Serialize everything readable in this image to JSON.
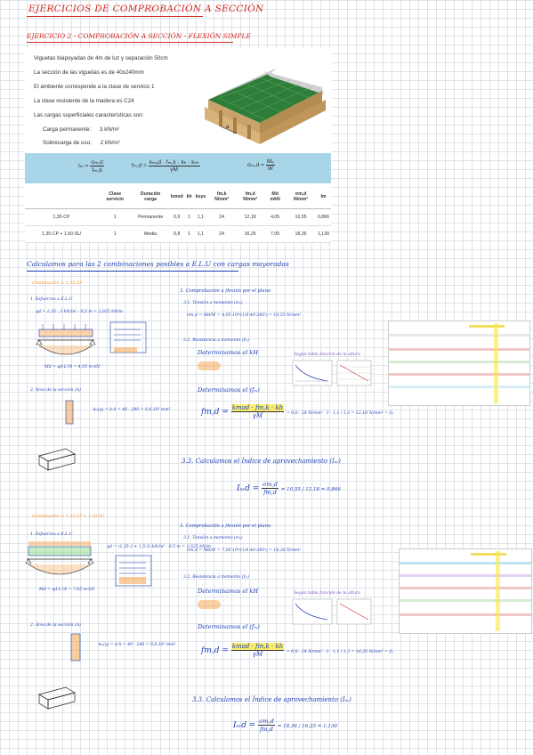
{
  "header": {
    "title": "EJERCICIOS DE COMPROBACIÓN A SECCIÓN",
    "subtitle": "EJERCICIO 2 - COMPROBACIÓN A SECCIÓN - FLEXIÓN SIMPLE"
  },
  "statement": {
    "lines": [
      "Viguetas biapoyadas de 4m de luz y separación 50cm",
      "La sección de las viguetas es de 40x240mm",
      "El ambiente corresponde a la clase de servicio 1",
      "La clase resistente de la madera es C24",
      "Las cargas superficiales características son:"
    ],
    "loads": [
      {
        "label": "Carga permanente:",
        "value": "3 kN/m²"
      },
      {
        "label": "Sobrecarga de uso:",
        "value": "2 kN/m²"
      }
    ],
    "render_dim": "a"
  },
  "formulas": {
    "f1_lhs": "Iₘ =",
    "f1_num": "σₘ,d",
    "f1_den": "fₘ,d",
    "f2_lhs": "fₘ,d =",
    "f2_num": "kₘₒd · fₘ,k · kₕ · kₛₕ",
    "f2_den": "γM",
    "f3_lhs": "σₘ,d =",
    "f3_num": "Mₑ",
    "f3_den": "W"
  },
  "table": {
    "headers": [
      "",
      "Clase servicio",
      "Duración carga",
      "kmod",
      "kh",
      "ksys",
      "fm,k N/mm²",
      "fm,d N/mm²",
      "Md mkN",
      "σm,d N/mm²",
      "Im"
    ],
    "rows": [
      [
        "1,35·CP",
        "1",
        "Permanente",
        "0,6",
        "1",
        "1,1",
        "24",
        "12,18",
        "4,05",
        "10,55",
        "0,866"
      ],
      [
        "1,35·CP + 1,50·SU",
        "1",
        "Media",
        "0,8",
        "1",
        "1,1",
        "24",
        "16,25",
        "7,05",
        "18,36",
        "1,130"
      ]
    ]
  },
  "notes": {
    "intro": "Calculamos para las 2 combinaciones posibles a E.L.U con cargas mayoradas",
    "case1_tag": "Combinación 1: 1,35·CP",
    "case2_tag": "Combinación 2: 1,35·CP + 1,50·SU",
    "step1": "1. Esfuerzos a E.L.U",
    "step1_eq1": "qd = 1,35 · 3 kN/m² · 0,5 m = 2,025 kN/m",
    "step1_eq2": "Md = qd·L²/8 = 4,05 m·kN",
    "step2": "2. Área de la sección (A)",
    "step2_eq": "Aₘ(y) = b·h = 40 · 240 = 9,6·10³ mm²",
    "step3": "3. Comprobación a flexión por el plano",
    "step31": "3.1. Tensión a momento (σₘ)",
    "step31_eq1": "σm,d = Md/W = 4,05·10⁶/(1/6·40·240²) = 10,55 N/mm²",
    "step32": "3.2. Resistencia a momento (fₘ)",
    "det_kh": "Determinamos el kH",
    "det_kh_note": "Según tabla función de la altura",
    "det_fm": "Determinamos el (fₘ)",
    "fmd_eq_lhs": "fm,d =",
    "fmd_num": "kmod · fm,k · kh",
    "fmd_den": "γM",
    "fmd_eq_rhs1": "= 0,6 · 24 N/mm² · 1 · 1,1 / 1,3 = 12,18 N/mm² = fₘ",
    "fmd_eq_rhs2": "= 0,8 · 24 N/mm² · 1 · 1,1 / 1,3 = 16,25 N/mm² = fₘ",
    "step33": "3.3. Calculamos el Índice de aprovechamiento (Iₘ)",
    "im1_lhs": "Iₘd =",
    "im1_num": "σm,d",
    "im1_den": "fm,d",
    "im1_rhs": "= 10,55 / 12,18 = 0,866",
    "im2_rhs": "= 18,36 / 16,25 = 1,130",
    "step1b_eq1": "qd = (1,35·3 + 1,5·2) kN/m² · 0,5 m = 3,525 kN/m",
    "step1b_eq2": "Md = qd·L²/8 = 7,05 m·kN",
    "step31b_eq1": "σm,d = Md/W = 7,05·10⁶/(1/6·40·240²) = 18,36 N/mm²"
  }
}
